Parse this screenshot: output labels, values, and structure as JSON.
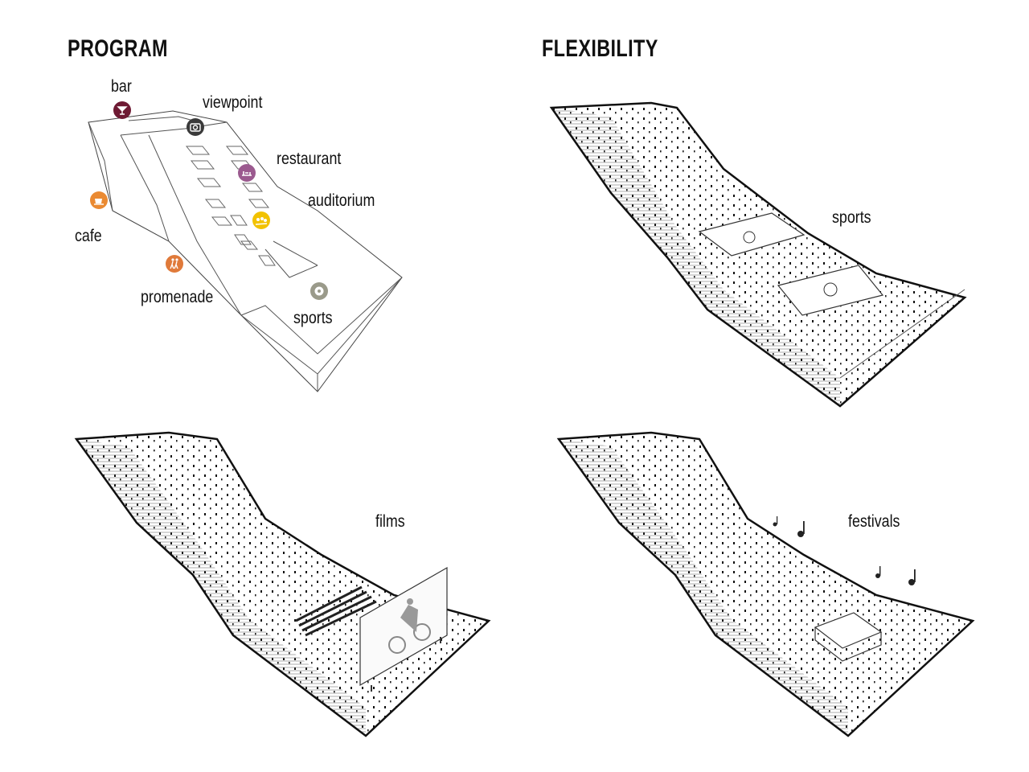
{
  "panels": {
    "program": {
      "title": "PROGRAM",
      "labels": {
        "bar": "bar",
        "viewpoint": "viewpoint",
        "restaurant": "restaurant",
        "auditorium": "auditorium",
        "cafe": "cafe",
        "promenade": "promenade",
        "sports": "sports"
      },
      "icons": {
        "bar": {
          "icon": "cocktail-glass-icon",
          "color": "#6e1a33"
        },
        "viewpoint": {
          "icon": "camera-icon",
          "color": "#3a3a3a"
        },
        "restaurant": {
          "icon": "dining-icon",
          "color": "#9b5a8f"
        },
        "auditorium": {
          "icon": "audience-icon",
          "color": "#f2c200"
        },
        "cafe": {
          "icon": "coffee-cup-icon",
          "color": "#ea8a32"
        },
        "promenade": {
          "icon": "walking-people-icon",
          "color": "#e07a3a"
        },
        "sports": {
          "icon": "soccer-ball-icon",
          "color": "#9a9a8a"
        }
      }
    },
    "flexibility": {
      "title": "FLEXIBILITY",
      "sports_label": "sports",
      "films_label": "films",
      "festivals_label": "festivals"
    }
  }
}
